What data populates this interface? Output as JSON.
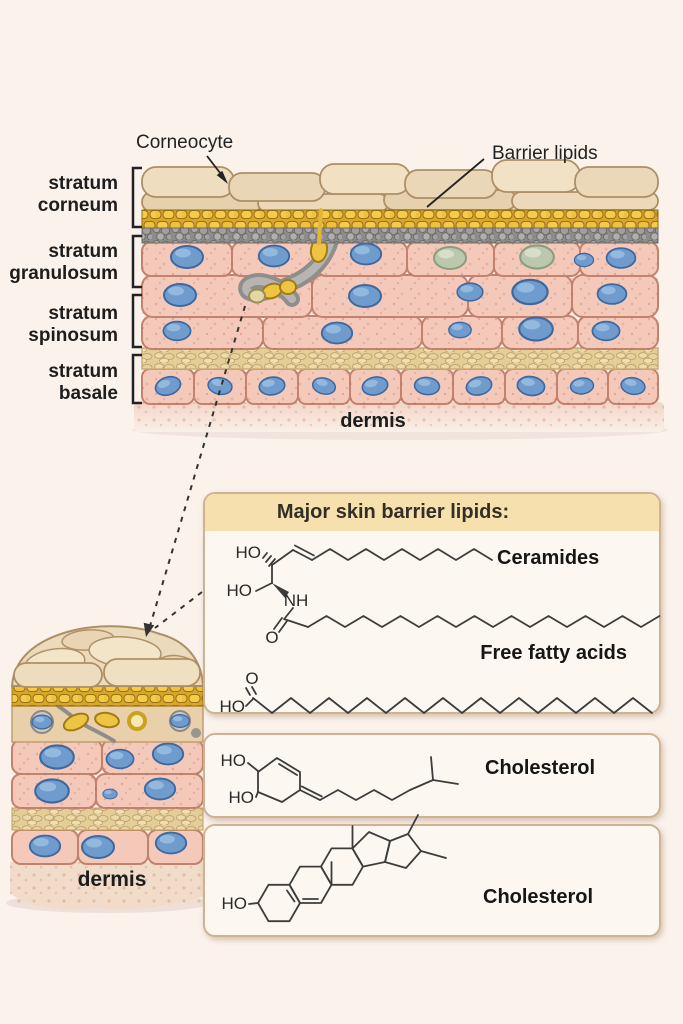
{
  "colors": {
    "background": "#fbf2ec",
    "panel_background": "#fcf8f1",
    "panel_border": "#cdb392",
    "panel_header": "#f6e0ad",
    "lipid_yellow": "#eec23a",
    "corneocyte_beige": "#ecd9ba",
    "granular_gray": "#9b999a",
    "cell_pink": "#f4c9ba",
    "nucleus_blue": "#6f9bcd",
    "text": "#1d1d1d"
  },
  "epidermis": {
    "corneocyte_label": "Corneocyte",
    "barrier_lipids_label": "Barrier lipids",
    "dermis_label": "dermis",
    "strata": [
      {
        "line1": "stratum",
        "line2": "corneum"
      },
      {
        "line1": "stratum",
        "line2": "granulosum"
      },
      {
        "line1": "stratum",
        "line2": "spinosum"
      },
      {
        "line1": "stratum",
        "line2": "basale"
      }
    ]
  },
  "inset": {
    "dermis_label": "dermis"
  },
  "lipid_panel": {
    "title": "Major skin barrier lipids:",
    "lipids": [
      {
        "name": "Ceramides"
      },
      {
        "name": "Free fatty acids"
      },
      {
        "name": "Cholesterol"
      },
      {
        "name": "Cholesterol"
      }
    ],
    "atoms": {
      "ho": "HO",
      "nh": "NH",
      "o": "O"
    }
  }
}
